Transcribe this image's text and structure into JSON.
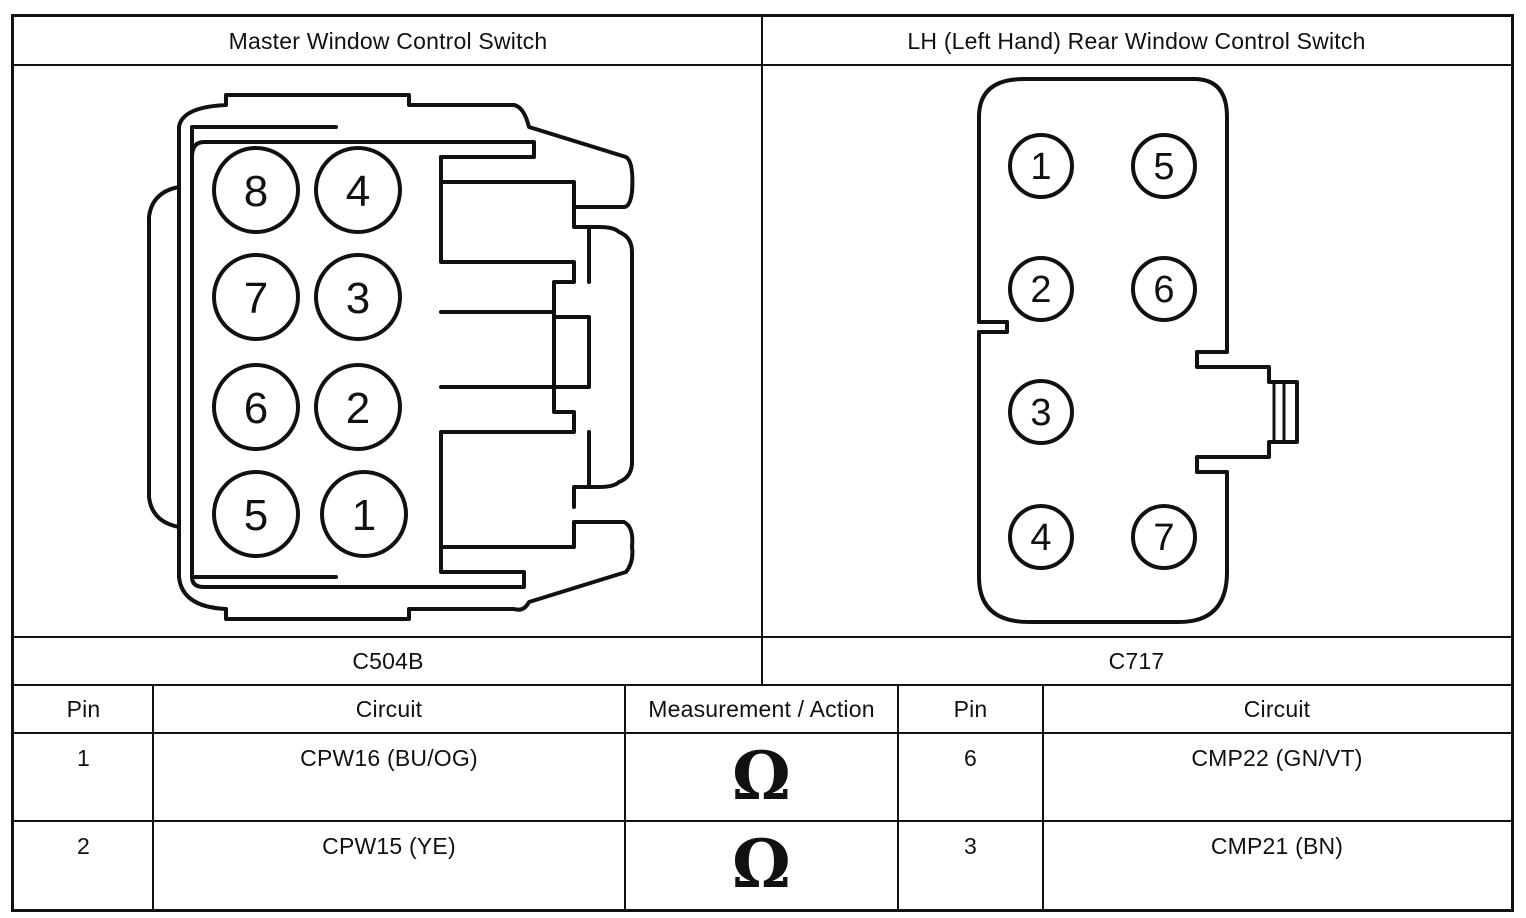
{
  "connectors": [
    {
      "title": "Master Window Control Switch",
      "id": "C504B",
      "pins": [
        "8",
        "4",
        "7",
        "3",
        "6",
        "2",
        "5",
        "1"
      ]
    },
    {
      "title": "LH (Left Hand) Rear Window Control Switch",
      "id": "C717",
      "pins": [
        "1",
        "5",
        "2",
        "6",
        "3",
        "4",
        "7"
      ]
    }
  ],
  "table": {
    "headers": [
      "Pin",
      "Circuit",
      "Measurement / Action",
      "Pin",
      "Circuit"
    ],
    "rows": [
      {
        "pin_a": "1",
        "circuit_a": "CPW16 (BU/OG)",
        "measurement": "Ω",
        "measurement_icon": "ohm-icon",
        "pin_b": "6",
        "circuit_b": "CMP22 (GN/VT)"
      },
      {
        "pin_a": "2",
        "circuit_a": "CPW15 (YE)",
        "measurement": "Ω",
        "measurement_icon": "ohm-icon",
        "pin_b": "3",
        "circuit_b": "CMP21 (BN)"
      }
    ]
  },
  "colors": {
    "line": "#111111",
    "background": "#ffffff"
  }
}
